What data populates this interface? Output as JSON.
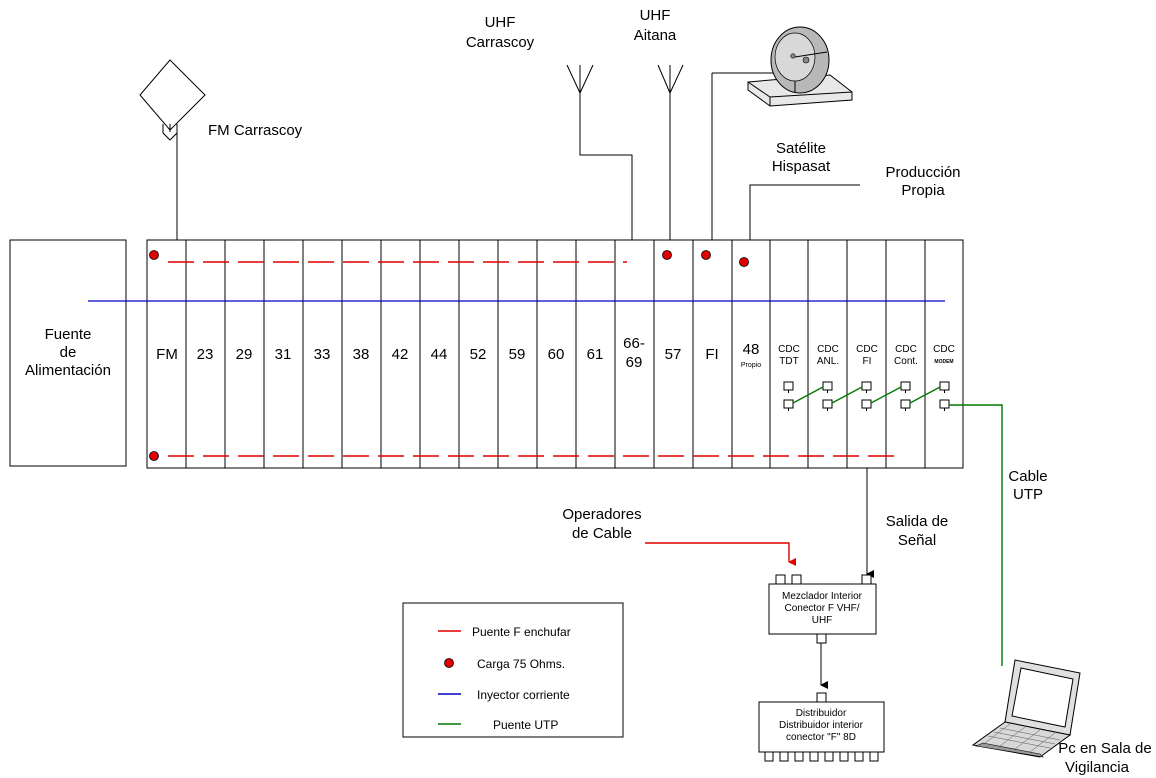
{
  "antennas": {
    "fm": {
      "label": "FM Carrascoy"
    },
    "uhf_carrascoy": {
      "line1": "UHF",
      "line2": "Carrascoy"
    },
    "uhf_aitana": {
      "line1": "UHF",
      "line2": "Aitana"
    },
    "satellite": {
      "line1": "Satélite",
      "line2": "Hispasat"
    },
    "own_production": {
      "line1": "Producción",
      "line2": "Propia"
    }
  },
  "power_supply": {
    "line1": "Fuente",
    "line2": "de",
    "line3": "Alimentación"
  },
  "modules": {
    "channels": [
      "FM",
      "23",
      "29",
      "31",
      "33",
      "38",
      "42",
      "44",
      "52",
      "59",
      "60",
      "61"
    ],
    "ch_66_69": {
      "line1": "66-",
      "line2": "69"
    },
    "ch_57": "57",
    "fi": "FI",
    "ch_48": {
      "number": "48",
      "sub": "Propio"
    },
    "cdc": [
      {
        "top": "CDC",
        "bottom": "TDT"
      },
      {
        "top": "CDC",
        "bottom": "ANL."
      },
      {
        "top": "CDC",
        "bottom": "FI"
      },
      {
        "top": "CDC",
        "bottom": "Cont."
      },
      {
        "top": "CDC",
        "bottom": "MODEM"
      }
    ]
  },
  "signal_output": {
    "line1": "Salida de",
    "line2": "Señal"
  },
  "cable_operators": {
    "line1": "Operadores",
    "line2": "de Cable"
  },
  "mixer": {
    "line1": "Mezclador Interior",
    "line2": "Conector F VHF/",
    "line3": "UHF"
  },
  "distributor": {
    "line1": "Distribuidor",
    "line2": "Distribuidor interior",
    "line3": "conector \"F\" 8D"
  },
  "utp_cable": {
    "line1": "Cable",
    "line2": "UTP"
  },
  "pc": {
    "line1": "Pc en Sala de",
    "line2": "Vigilancia"
  },
  "legend": {
    "items": [
      {
        "label": "Puente F enchufar",
        "color": "#e00000"
      },
      {
        "label": "Carga  75 Ohms.",
        "color": "#e00000"
      },
      {
        "label": "Inyector corriente",
        "color": "#0000c0"
      },
      {
        "label": "Puente UTP",
        "color": "#007a00"
      }
    ]
  },
  "colors": {
    "bridge": "#e00000",
    "load": "#e00000",
    "injector": "#0000c0",
    "utp": "#007a00"
  }
}
